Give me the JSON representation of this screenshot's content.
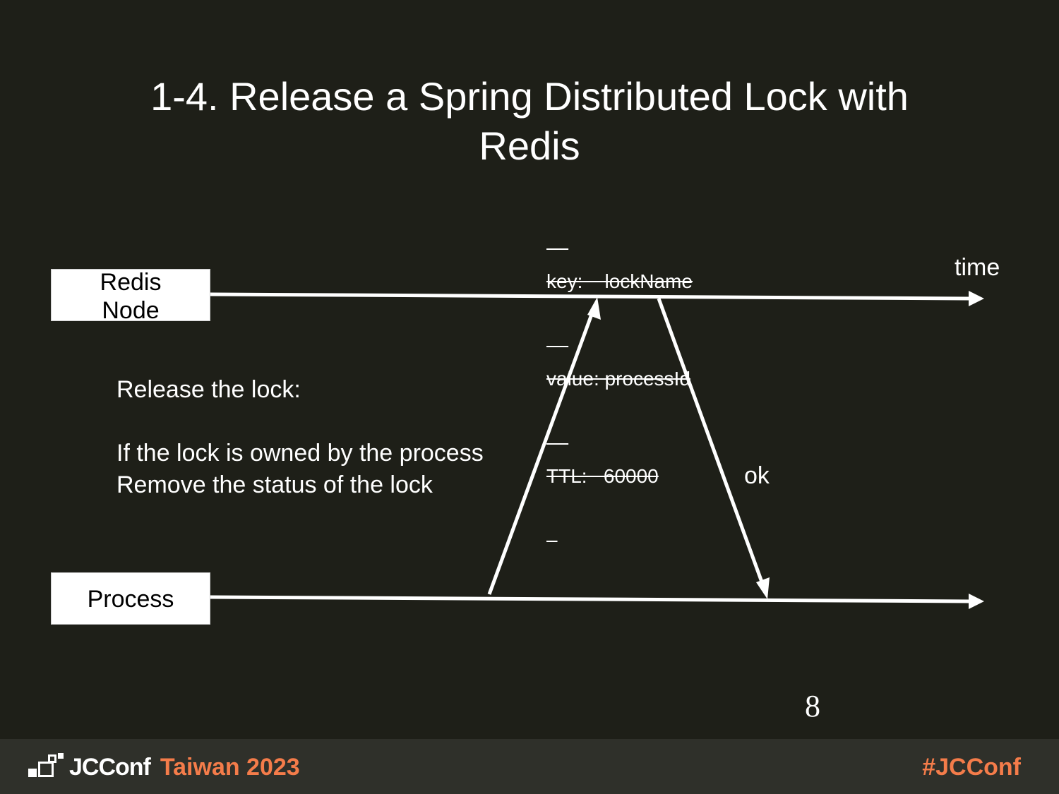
{
  "slide": {
    "title_line1": "1-4. Release a Spring Distributed Lock with",
    "title_line2": "Redis",
    "page_number": "8"
  },
  "diagram": {
    "redis_node": {
      "line1": "Redis",
      "line2": "Node"
    },
    "process_label": "Process",
    "time_label": "time",
    "ok_label": "ok",
    "lock_info": {
      "key": "key:    lockName",
      "value": "value: processId",
      "ttl": "TTL:   60000"
    },
    "note": {
      "heading": "Release the lock:",
      "line1": "If the lock is owned by the process",
      "line2": "Remove the status of the lock"
    }
  },
  "footer": {
    "brand": "JCConf",
    "event": "Taiwan 2023",
    "hashtag": "#JCConf"
  },
  "colors": {
    "background": "#1e1f18",
    "footer_bg": "#2f302a",
    "accent": "#f47c4a",
    "text": "#ffffff"
  }
}
